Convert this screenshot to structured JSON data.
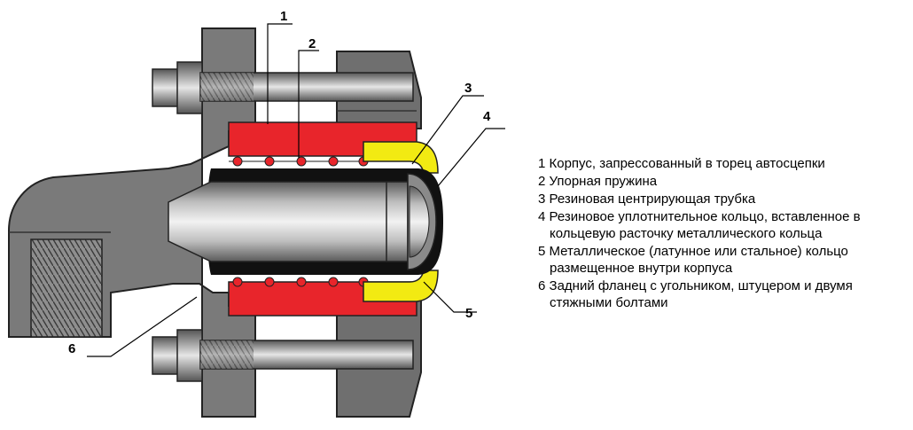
{
  "callouts": {
    "c1": "1",
    "c2": "2",
    "c3": "3",
    "c4": "4",
    "c5": "5",
    "c6": "6"
  },
  "legend": [
    {
      "line1": "1 Корпус, запрессованный в торец автосцепки",
      "line2": ""
    },
    {
      "line1": "2 Упорная пружина",
      "line2": ""
    },
    {
      "line1": "3 Резиновая центрирующая трубка",
      "line2": ""
    },
    {
      "line1": "4 Резиновое уплотнительное кольцо, вставленное в",
      "line2": "кольцевую расточку металлического кольца"
    },
    {
      "line1": "5 Металлическое (латунное или стальное) кольцо",
      "line2": "размещенное внутри корпуса"
    },
    {
      "line1": "6 Задний фланец  с угольником, штуцером и двумя",
      "line2": "стяжными болтами"
    }
  ],
  "colors": {
    "housing": "#e8252b",
    "centering_tube": "#f2ea12",
    "flange": "#7a7a7a",
    "seal": "#111111"
  }
}
